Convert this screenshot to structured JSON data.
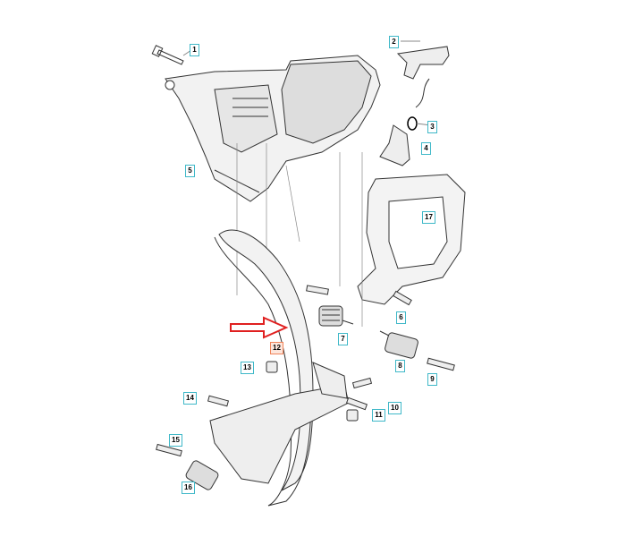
{
  "diagram": {
    "labels": [
      {
        "id": "1",
        "text": "1"
      },
      {
        "id": "2",
        "text": "2"
      },
      {
        "id": "3",
        "text": "3"
      },
      {
        "id": "4",
        "text": "4"
      },
      {
        "id": "5",
        "text": "5"
      },
      {
        "id": "6",
        "text": "6"
      },
      {
        "id": "7",
        "text": "7"
      },
      {
        "id": "8",
        "text": "8"
      },
      {
        "id": "9",
        "text": "9"
      },
      {
        "id": "10",
        "text": "10"
      },
      {
        "id": "11",
        "text": "11"
      },
      {
        "id": "12",
        "text": "12"
      },
      {
        "id": "13",
        "text": "13"
      },
      {
        "id": "14",
        "text": "14"
      },
      {
        "id": "15",
        "text": "15"
      },
      {
        "id": "16",
        "text": "16"
      },
      {
        "id": "17",
        "text": "17"
      }
    ],
    "highlighted_part": "12",
    "colors": {
      "label_border": "#3fb8c8",
      "highlight_border": "#f0845a",
      "arrow": "#e02020",
      "line": "#333333"
    }
  }
}
